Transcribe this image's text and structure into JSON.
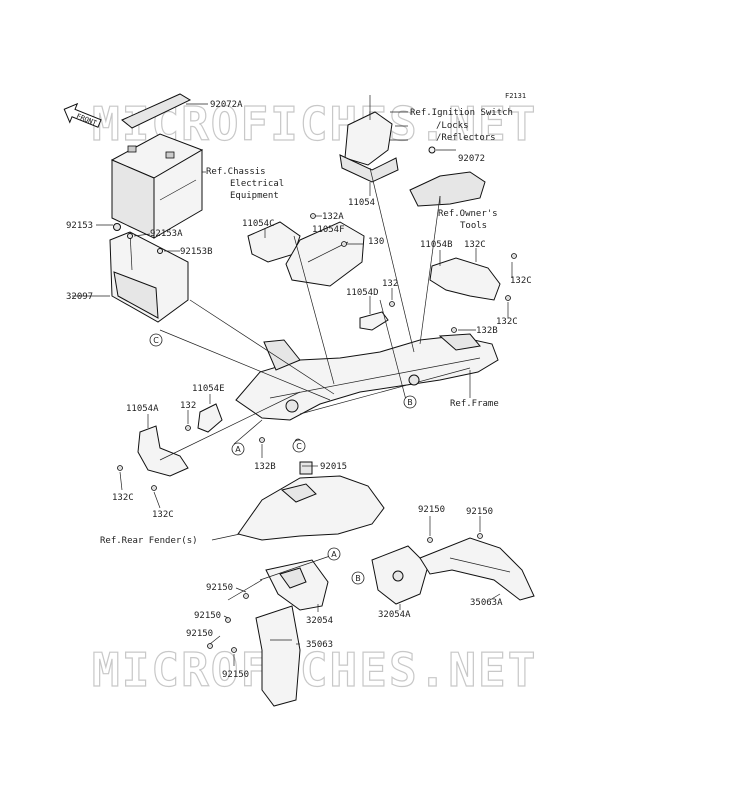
{
  "figure_code": "F2131",
  "watermarks": [
    "MICROFICHES.NET",
    "MICROFICHES.NET"
  ],
  "front_marker": "FRONT",
  "labels": {
    "l92072A": "92072A",
    "refIgn1": "Ref.Ignition Switch",
    "refIgn2": "/Locks",
    "refIgn3": "/Reflectors",
    "refChassis1": "Ref.Chassis",
    "refChassis2": "Electrical",
    "refChassis3": "Equipment",
    "l92072": "92072",
    "l11054": "11054",
    "refOwner1": "Ref.Owner's",
    "refOwner2": "Tools",
    "l92153": "92153",
    "l92153A": "92153A",
    "l92153B": "92153B",
    "l11054C": "11054C",
    "l132A": "132A",
    "l11054F": "11054F",
    "l130": "130",
    "l11054B": "11054B",
    "l132C_a": "132C",
    "l132C_b": "132C",
    "l32097": "32097",
    "l132_a": "132",
    "l11054D": "11054D",
    "l132C_c": "132C",
    "l132B_a": "132B",
    "refFrame": "Ref.Frame",
    "l11054E": "11054E",
    "l11054A": "11054A",
    "l132_b": "132",
    "l132B_b": "132B",
    "l92015": "92015",
    "l132C_d": "132C",
    "l132C_e": "132C",
    "refRearFender": "Ref.Rear Fender(s)",
    "l92150_a": "92150",
    "l92150_b": "92150",
    "l92150_c": "92150",
    "l92150_d": "92150",
    "l92150_e": "92150",
    "l92150_f": "92150",
    "l32054": "32054",
    "l35063": "35063",
    "l32054A": "32054A",
    "l35063A": "35063A"
  },
  "refs": {
    "a": "A",
    "b": "B",
    "c": "C"
  }
}
